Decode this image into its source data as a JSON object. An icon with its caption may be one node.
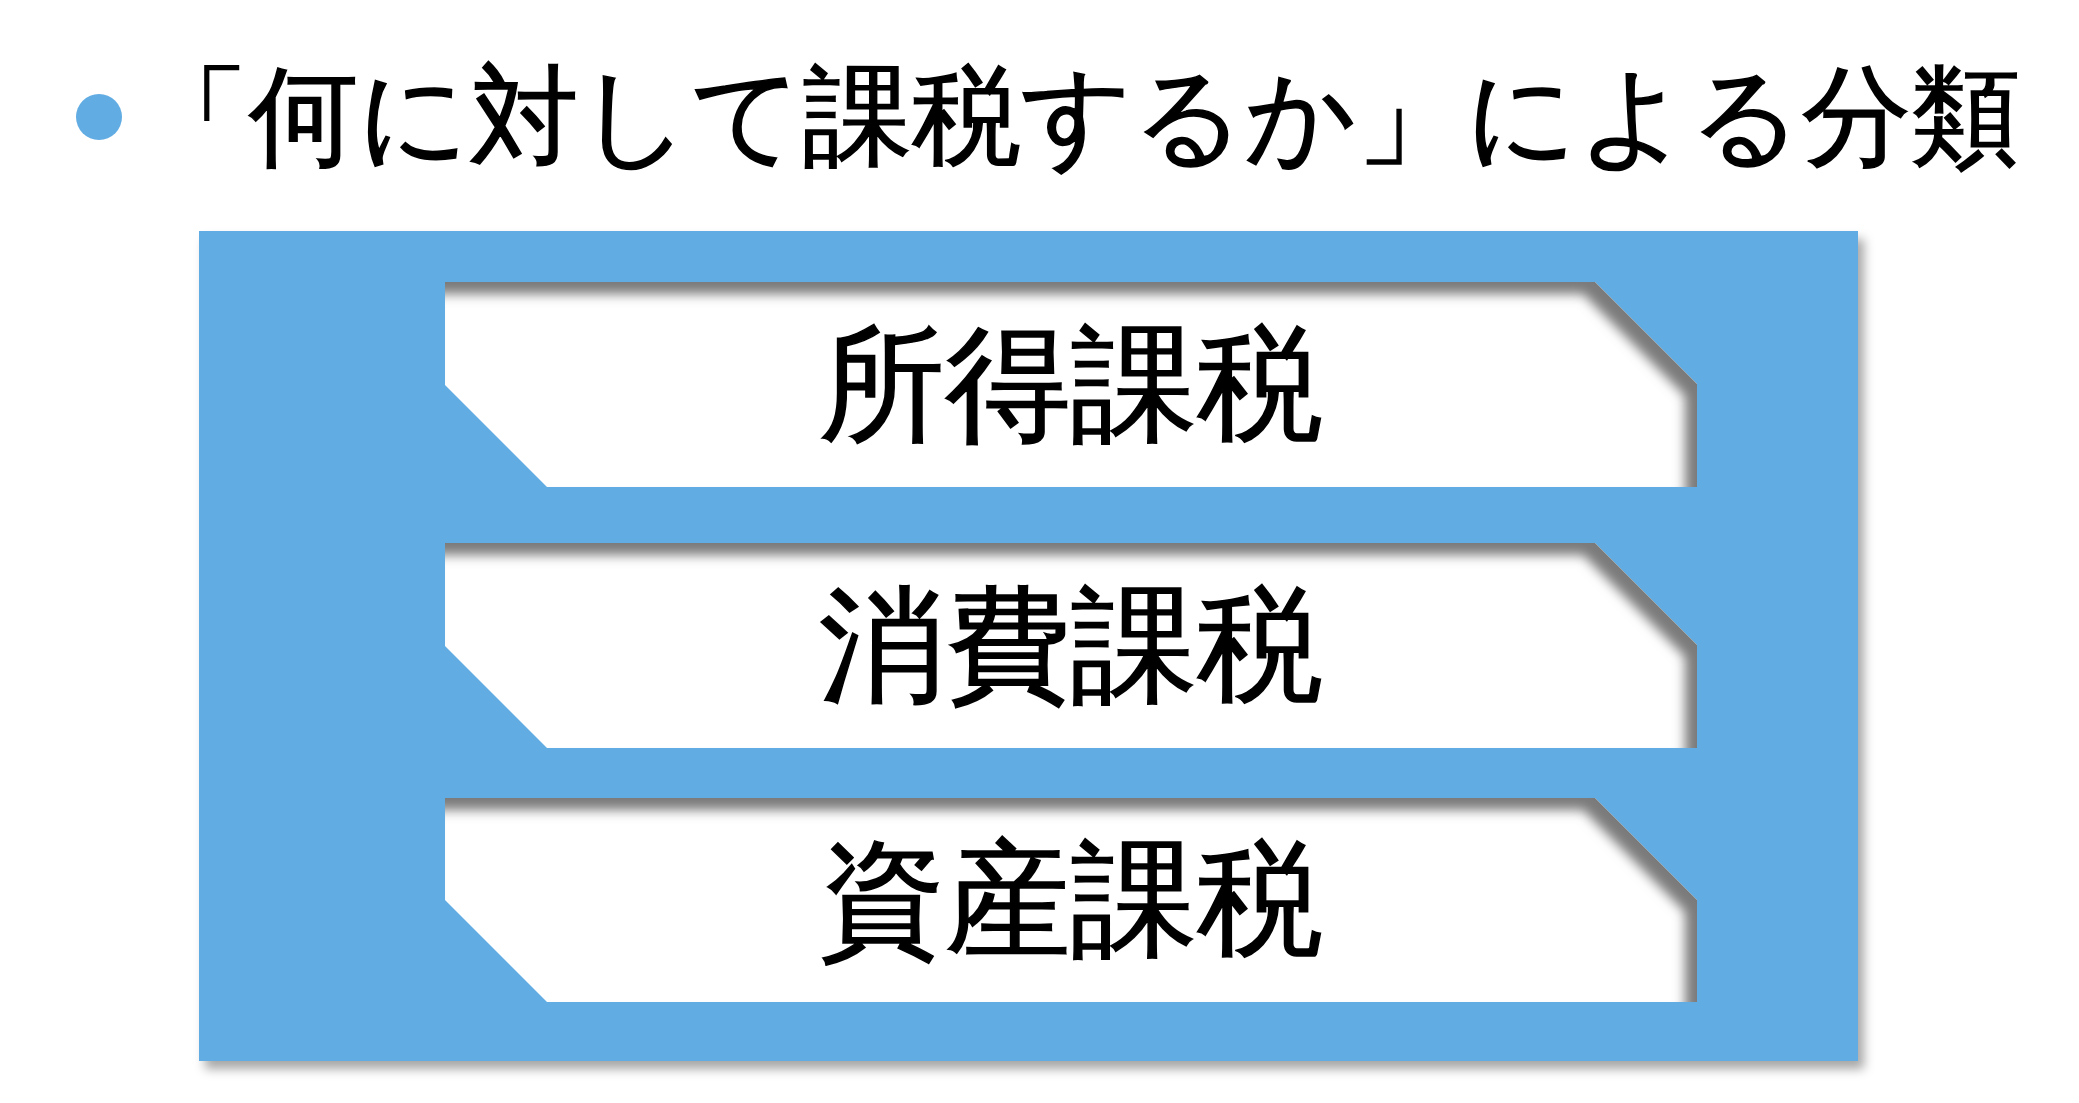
{
  "diagram": {
    "title": "「何に対して課税するか」による分類",
    "nodes": [
      {
        "text": [],
        "shape": "box"
      },
      {
        "text": [
          "所得課税"
        ],
        "in": 0
      },
      {
        "text": [
          "消費課税"
        ],
        "in": 0
      },
      {
        "text": [
          "資産課税"
        ],
        "in": 0
      }
    ]
  }
}
